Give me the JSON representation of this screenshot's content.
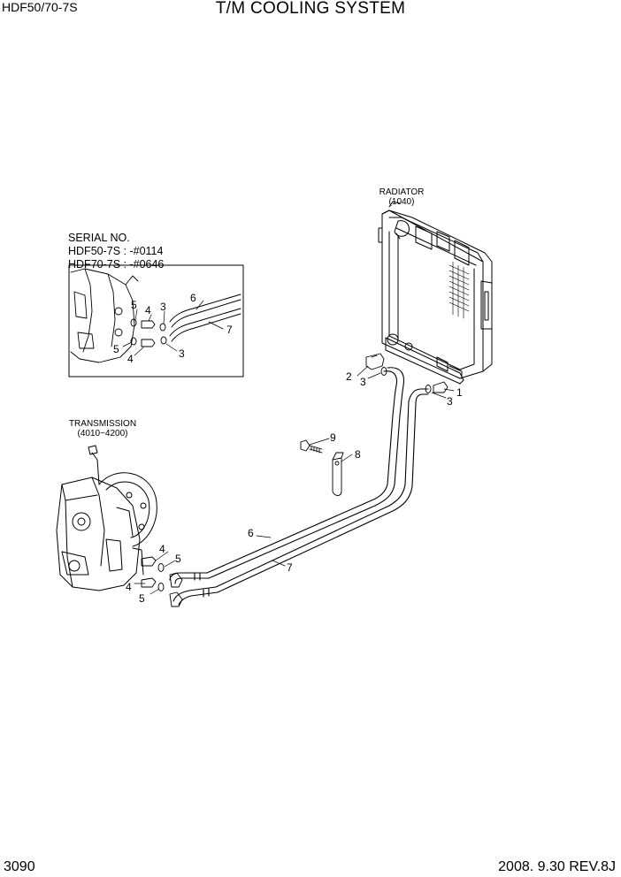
{
  "header": {
    "model": "HDF50/70-7S",
    "title": "T/M COOLING SYSTEM"
  },
  "footer": {
    "page_number": "3090",
    "revision": "2008. 9.30  REV.8J"
  },
  "serial_note": {
    "line1": "SERIAL NO.",
    "line2": "HDF50-7S : -#0114",
    "line3": "HDF70-7S : -#0646"
  },
  "components": {
    "radiator": {
      "name": "RADIATOR",
      "ref": "(1040)"
    },
    "transmission": {
      "name": "TRANSMISSION",
      "ref": "(4010~4200)"
    }
  },
  "callouts": {
    "main": [
      "1",
      "2",
      "3",
      "3",
      "4",
      "4",
      "5",
      "5",
      "6",
      "7",
      "8",
      "9"
    ],
    "inset": [
      "6",
      "5",
      "4",
      "3",
      "7",
      "5",
      "4",
      "3"
    ]
  }
}
